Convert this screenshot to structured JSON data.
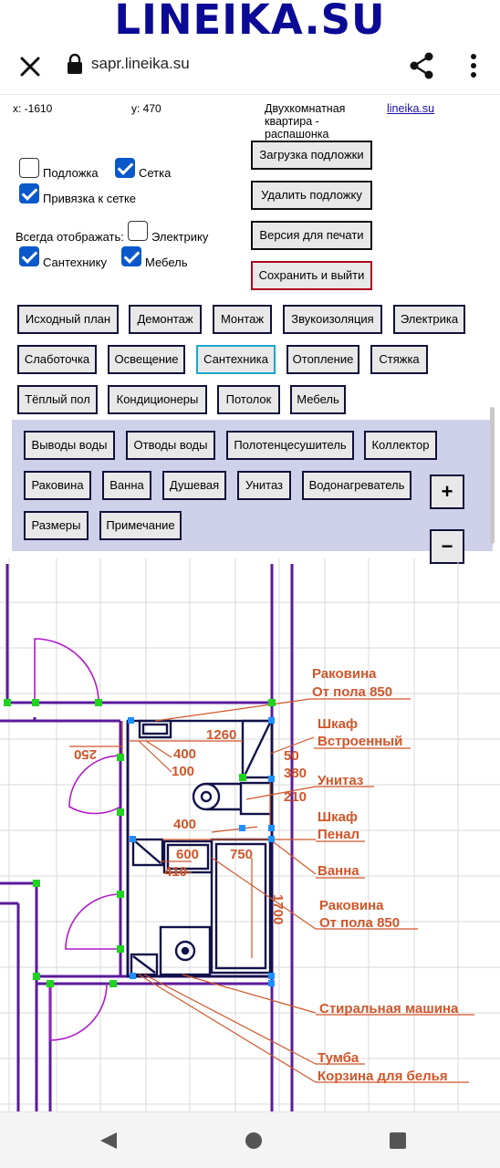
{
  "brand": {
    "text": "LINEIKA.SU"
  },
  "browser": {
    "url": "sapr.lineika.su"
  },
  "info": {
    "x_label": "x: -1610",
    "y_label": "y: 470",
    "plan_title": "Двухкомнатная квартира - распашонка",
    "site_link": "lineika.su"
  },
  "options": {
    "underlay": {
      "label": "Подложка",
      "checked": false
    },
    "grid": {
      "label": "Сетка",
      "checked": true
    },
    "snap": {
      "label": "Привязка к сетке",
      "checked": true
    },
    "always_show": "Всегда отображать:",
    "electrics": {
      "label": "Электрику",
      "checked": false
    },
    "plumbing": {
      "label": "Сантехнику",
      "checked": true
    },
    "furniture": {
      "label": "Мебель",
      "checked": true
    }
  },
  "actions": {
    "load_underlay": "Загрузка подложки",
    "delete_underlay": "Удалить подложку",
    "print_version": "Версия для печати",
    "save_exit": "Сохранить и выйти"
  },
  "stages": [
    "Исходный план",
    "Демонтаж",
    "Монтаж",
    "Звукоизоляция",
    "Электрика",
    "Слаботочка",
    "Освещение",
    "Сантехника",
    "Отопление",
    "Стяжка",
    "Тёплый пол",
    "Кондиционеры",
    "Потолок",
    "Мебель"
  ],
  "active_stage": "Сантехника",
  "sub_tools": [
    "Выводы воды",
    "Отводы воды",
    "Полотенцесушитель",
    "Коллектор",
    "Раковина",
    "Ванна",
    "Душевая",
    "Унитаз",
    "Водонагреватель",
    "Размеры",
    "Примечание"
  ],
  "zoom": {
    "in": "+",
    "out": "−"
  },
  "plan": {
    "dims": {
      "d250": "250",
      "d1260": "1260",
      "d400a": "400",
      "d100": "100",
      "d50": "50",
      "d380": "380",
      "d210": "210",
      "d400b": "400",
      "d600": "600",
      "d750": "750",
      "d410": "410",
      "d1700": "1700"
    },
    "notes": {
      "sink1_a": "Раковина",
      "sink1_b": "От пола 850",
      "wardrobe_a": "Шкаф",
      "wardrobe_b": "Встроенный",
      "toilet": "Унитаз",
      "cabinet_a": "Шкаф",
      "cabinet_b": "Пенал",
      "bath": "Ванна",
      "sink2_a": "Раковина",
      "sink2_b": "От пола 850",
      "washer": "Стиральная машина",
      "stand": "Тумба",
      "laundry": "Корзина для белья"
    }
  },
  "colors": {
    "brand": "#0a0a96",
    "wall": "#5b1a9c",
    "fixture": "#12124a",
    "note": "#d0562a",
    "node_green": "#1fd41f",
    "node_blue": "#1e8fff",
    "panel": "#cfd0ea",
    "active_border": "#19a7ce",
    "save_border": "#b00020"
  }
}
